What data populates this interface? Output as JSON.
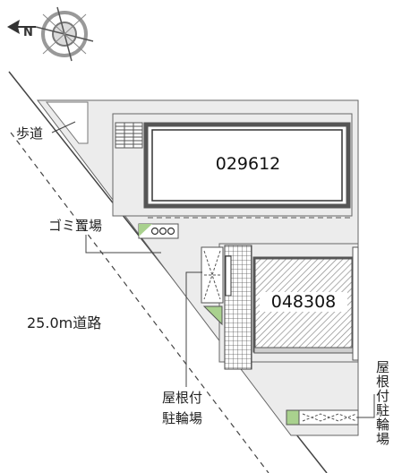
{
  "compass": {
    "direction_letter": "N"
  },
  "labels": {
    "sidewalk": "歩道",
    "garbage": "ゴミ置場",
    "road": "25.0m道路",
    "covered_bike_parking": [
      "屋根付",
      "駐輪場"
    ],
    "bike_parking_vertical": "屋根付駐輪場"
  },
  "buildings": {
    "north": {
      "id": "029612"
    },
    "south": {
      "id": "048308"
    }
  },
  "colors": {
    "lot_fill": "#ececec",
    "line": "#555555",
    "green_plant": "#a9d18e",
    "hatch": "#9a9a9a"
  }
}
